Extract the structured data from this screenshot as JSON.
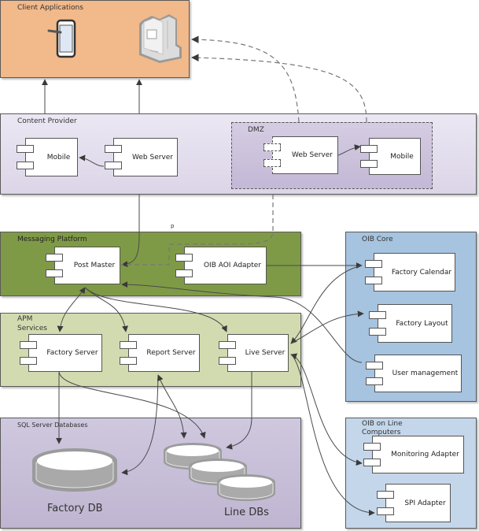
{
  "packages": {
    "client_apps": {
      "title": "Client Applications",
      "color": "#f2b98a"
    },
    "content_provider": {
      "title": "Content Provider",
      "color": "#e4dfee"
    },
    "dmz": {
      "title": "DMZ",
      "color": "#cdc3da"
    },
    "messaging": {
      "title": "Messaging Platform",
      "color": "#7f9a46"
    },
    "apm": {
      "title": "APM Services",
      "title_line1": "APM",
      "title_line2": "Services",
      "color": "#d2dbb0"
    },
    "sql": {
      "title": "SQL Server Databases",
      "color": "#cbc3da"
    },
    "oib_core": {
      "title": "OIB Core",
      "color": "#a6c3df"
    },
    "oib_line": {
      "title": "OIB on Line Computers",
      "title_line1": "OIB on Line",
      "title_line2": "Computers",
      "color": "#c4d6ea"
    }
  },
  "components": {
    "cp_mobile": "Mobile",
    "cp_web_server": "Web Server",
    "dmz_web_server": "Web Server",
    "dmz_mobile": "Mobile",
    "post_master": "Post Master",
    "oib_aoi_adapter": "OIB AOI Adapter",
    "factory_server": "Factory Server",
    "report_server": "Report Server",
    "live_server": "Live Server",
    "factory_calendar": "Factory Calendar",
    "factory_layout": "Factory Layout",
    "user_management": "User management",
    "monitoring_adapter": "Monitoring Adapter",
    "spi_adapter": "SPI Adapter"
  },
  "databases": {
    "factory_db": "Factory DB",
    "line_dbs": "Line DBs"
  },
  "icons": {
    "tablet": "tablet-icon",
    "desktop": "desktop-computer-icon"
  },
  "stray_mark": "p"
}
